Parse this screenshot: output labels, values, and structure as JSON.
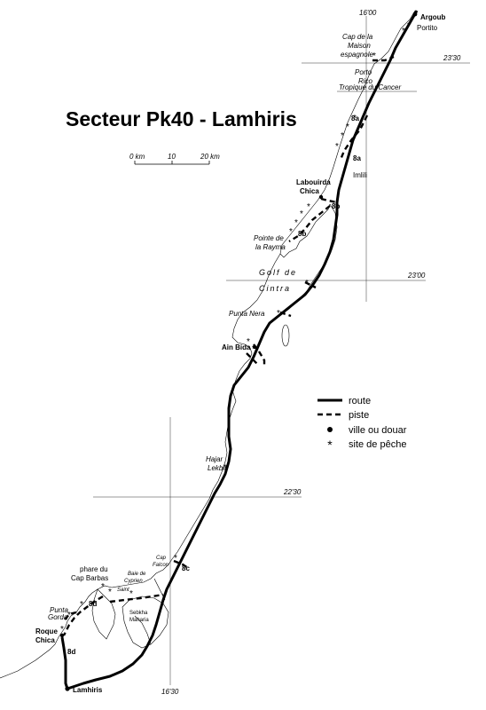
{
  "title": "Secteur Pk40 - Lamhiris",
  "scale": {
    "ticks": [
      "0 km",
      "10",
      "20 km"
    ]
  },
  "coords": {
    "lon_1600": "16'00",
    "lat_2330": "23'30",
    "lat_2300": "23'00",
    "lat_2230": "22'30",
    "lon_1630": "16'30"
  },
  "places": {
    "argoub": "Argoub",
    "portito": "Portito",
    "cap_maison_1": "Cap de la",
    "cap_maison_2": "Maison",
    "cap_maison_3": "espagnole",
    "porto_rico_1": "Porto",
    "porto_rico_2": "Rico",
    "tropique": "Tropique du Cancer",
    "labouirda_1": "Labouirda",
    "labouirda_2": "Chica",
    "imlili": "Imlili",
    "rayma_1": "Pointe de",
    "rayma_2": "la Rayma",
    "golf_1": "Golf de",
    "golf_2": "Cintra",
    "punta_nera": "Punta Nera",
    "ain_bida": "Ain Bida",
    "hajar_1": "Hajar",
    "hajar_2": "Lekbir",
    "cap_falcon_1": "Cap",
    "cap_falcon_2": "Falcon",
    "baie_1": "Baie de",
    "baie_2": "Cyprien",
    "phare_1": "phare du",
    "phare_2": "Cap Barbas",
    "saint": "Saint",
    "sebkha_1": "Sebkha",
    "sebkha_2": "Maharia",
    "punta_gorda_1": "Punta",
    "punta_gorda_2": "Gorda",
    "roque_1": "Roque",
    "roque_2": "Chica",
    "lamhiris": "Lamhiris"
  },
  "road_labels": {
    "r8a_1": "8a",
    "r8a_2": "8a",
    "r8b_1": "8b",
    "r8b_2": "8b",
    "r8c": "8c",
    "r8d_1": "8d",
    "r8d_2": "8d"
  },
  "legend": {
    "route": "route",
    "piste": "piste",
    "ville": "ville ou douar",
    "peche": "site de pêche"
  }
}
